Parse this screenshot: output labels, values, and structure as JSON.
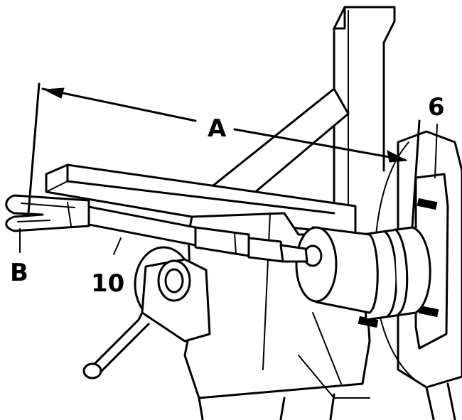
{
  "labels": {
    "dimension_a": "A",
    "point_b": "B",
    "part_10": "10",
    "part_6": "6"
  },
  "colors": {
    "ink": "#000000",
    "paper": "#ffffff"
  }
}
